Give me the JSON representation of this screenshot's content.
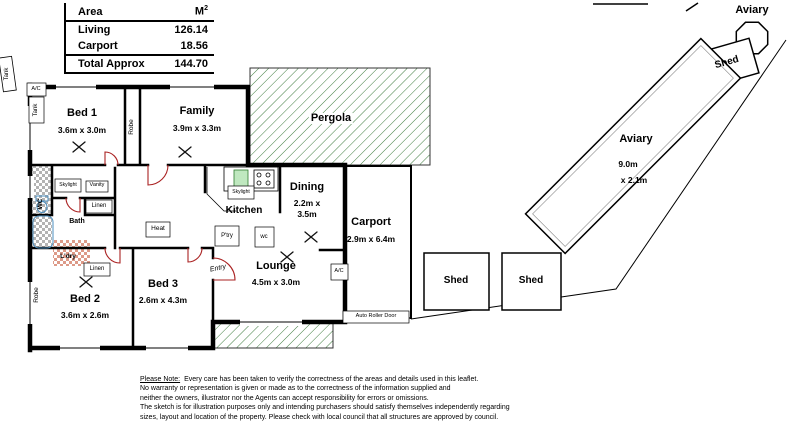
{
  "area_table": {
    "title": "Area",
    "unit": "M",
    "unit_sup": "2",
    "rows": [
      {
        "label": "Living",
        "value": "126.14"
      },
      {
        "label": "Carport",
        "value": "18.56"
      }
    ],
    "total": {
      "label": "Total Approx",
      "value": "144.70"
    }
  },
  "rooms": {
    "bed1": {
      "name": "Bed 1",
      "dims": "3.6m x 3.0m"
    },
    "family": {
      "name": "Family",
      "dims": "3.9m x 3.3m"
    },
    "pergola": {
      "name": "Pergola"
    },
    "dining": {
      "name": "Dining",
      "dims_line1": "2.2m x",
      "dims_line2": "3.5m"
    },
    "kitchen": {
      "name": "Kitchen"
    },
    "carport": {
      "name": "Carport",
      "dims": "2.9m x 6.4m"
    },
    "lounge": {
      "name": "Lounge",
      "dims": "4.5m x 3.0m"
    },
    "bed2": {
      "name": "Bed 2",
      "dims": "3.6m x 2.6m"
    },
    "bed3": {
      "name": "Bed 3",
      "dims": "2.6m x 4.3m"
    }
  },
  "fixtures": {
    "bath": "Bath",
    "wc": "WC",
    "wc_small": "wc",
    "vanity": "Vanity",
    "skylight_bath": "Skylight",
    "skylight_kitchen": "Skylight",
    "linen_hall": "Linen",
    "linen_lower": "Linen",
    "laundry": "L'dry",
    "heat": "Heat",
    "entry": "Entry",
    "pantry": "P'try",
    "robe_bed1": "Robe",
    "robe_bed2": "Robe",
    "ac_front": "A/C",
    "ac_rear": "A/C",
    "auto_roller_door": "Auto Roller Door",
    "tank_outer": "Tank",
    "tank_inner": "Tank"
  },
  "outbuildings": {
    "aviary_small": "Aviary",
    "shed_upper": "Shed",
    "aviary_long": {
      "name": "Aviary",
      "dims_line1": "9.0m",
      "dims_line2": "x 2.1m"
    },
    "shed_left": "Shed",
    "shed_right": "Shed"
  },
  "disclaimer": {
    "label": "Please Note:",
    "line1": "Every care has been taken to verify the correctness of the areas and details used in this leaflet.",
    "line2": "No warranty or representation is given or made as to the correctness of the information supplied and",
    "line3": "neither the owners, illustrator nor the Agents can accept responsibility for errors or omissions.",
    "line4": "The sketch is for illustration purposes only and intending purchasers should satisfy themselves independently regarding",
    "line5": "sizes, layout and location of the property. Please check with local council that all structures are approved by council."
  },
  "colors": {
    "hatch_green": "#3f7d3f",
    "door_arc_red": "#aa2222",
    "tile_pink": "#dd9a88",
    "tile_gray": "#9a9a9a",
    "fixture_blue": "#4d8fbf",
    "sink_green": "#bfe8bf"
  },
  "icons": {
    "room_marker": "x-cross"
  }
}
